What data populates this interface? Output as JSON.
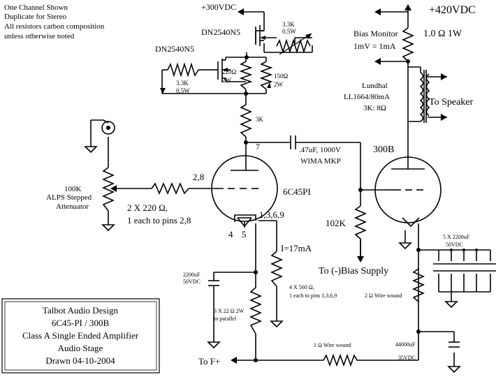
{
  "header_notes": [
    "One Channel Shown",
    "Duplicate for Stereo",
    "All resistors carbon composition",
    "unless otherwise noted"
  ],
  "supplies": {
    "v300": "+300VDC",
    "v420": "+420VDC"
  },
  "mosfet_top": "DN2540N5",
  "mosfet_bottom": "DN2540N5",
  "r_mos_top": [
    "3.3K",
    "0.5W"
  ],
  "r_mos_left": [
    "3.3K",
    "0.5W"
  ],
  "r_220": [
    "220Ω",
    "2W"
  ],
  "r_150": [
    "150Ω",
    "2W"
  ],
  "r_3k": "3K",
  "bias_monitor": [
    "Bias Monitor",
    "1mV = 1mA"
  ],
  "r_1ohm": "1.0 Ω 1W",
  "transformer": [
    "Lundhal",
    "LL1664/80mA",
    "3K: 8Ω"
  ],
  "to_speaker": "To Speaker",
  "pin7": "7",
  "coupling_cap": [
    ".47uF, 1000V",
    "WIMA MKP"
  ],
  "tube_300b": "300B",
  "tube_6c45": "6C45PI",
  "pins_28": "2,8",
  "grid_resistor": [
    "2 X 220 Ω,",
    "1 each to pins 2,8"
  ],
  "attenuator": [
    "100K",
    "ALPS Stepped",
    "Attenuator"
  ],
  "pins_45": [
    "4",
    "5"
  ],
  "pins_1369": "1,3,6,9",
  "r_102k": "102K",
  "current": "I=17mA",
  "to_bias": "To (-)Bias Supply",
  "cap_bank": [
    "5 X 2200uF",
    "50VDC"
  ],
  "cap_2200": [
    "2200uF",
    "50VDC"
  ],
  "r_560": [
    "4 X 560 Ω,",
    "1 each to pins 1,3,6,9"
  ],
  "r_22": [
    "3 X 22 Ω 2W",
    "in parallel"
  ],
  "r_2ohm": "2 Ω Wire wound",
  "r_1ohm_ww": "1 Ω Wire wound",
  "cap_44000": [
    "44000uF",
    "35VDC"
  ],
  "to_filament": "To F+",
  "title_block": [
    "Talbot Audio Design",
    "6C45-PI / 300B",
    "Class A Single Ended Amplifier",
    "Audio Stage",
    "Drawn 04-10-2004"
  ]
}
